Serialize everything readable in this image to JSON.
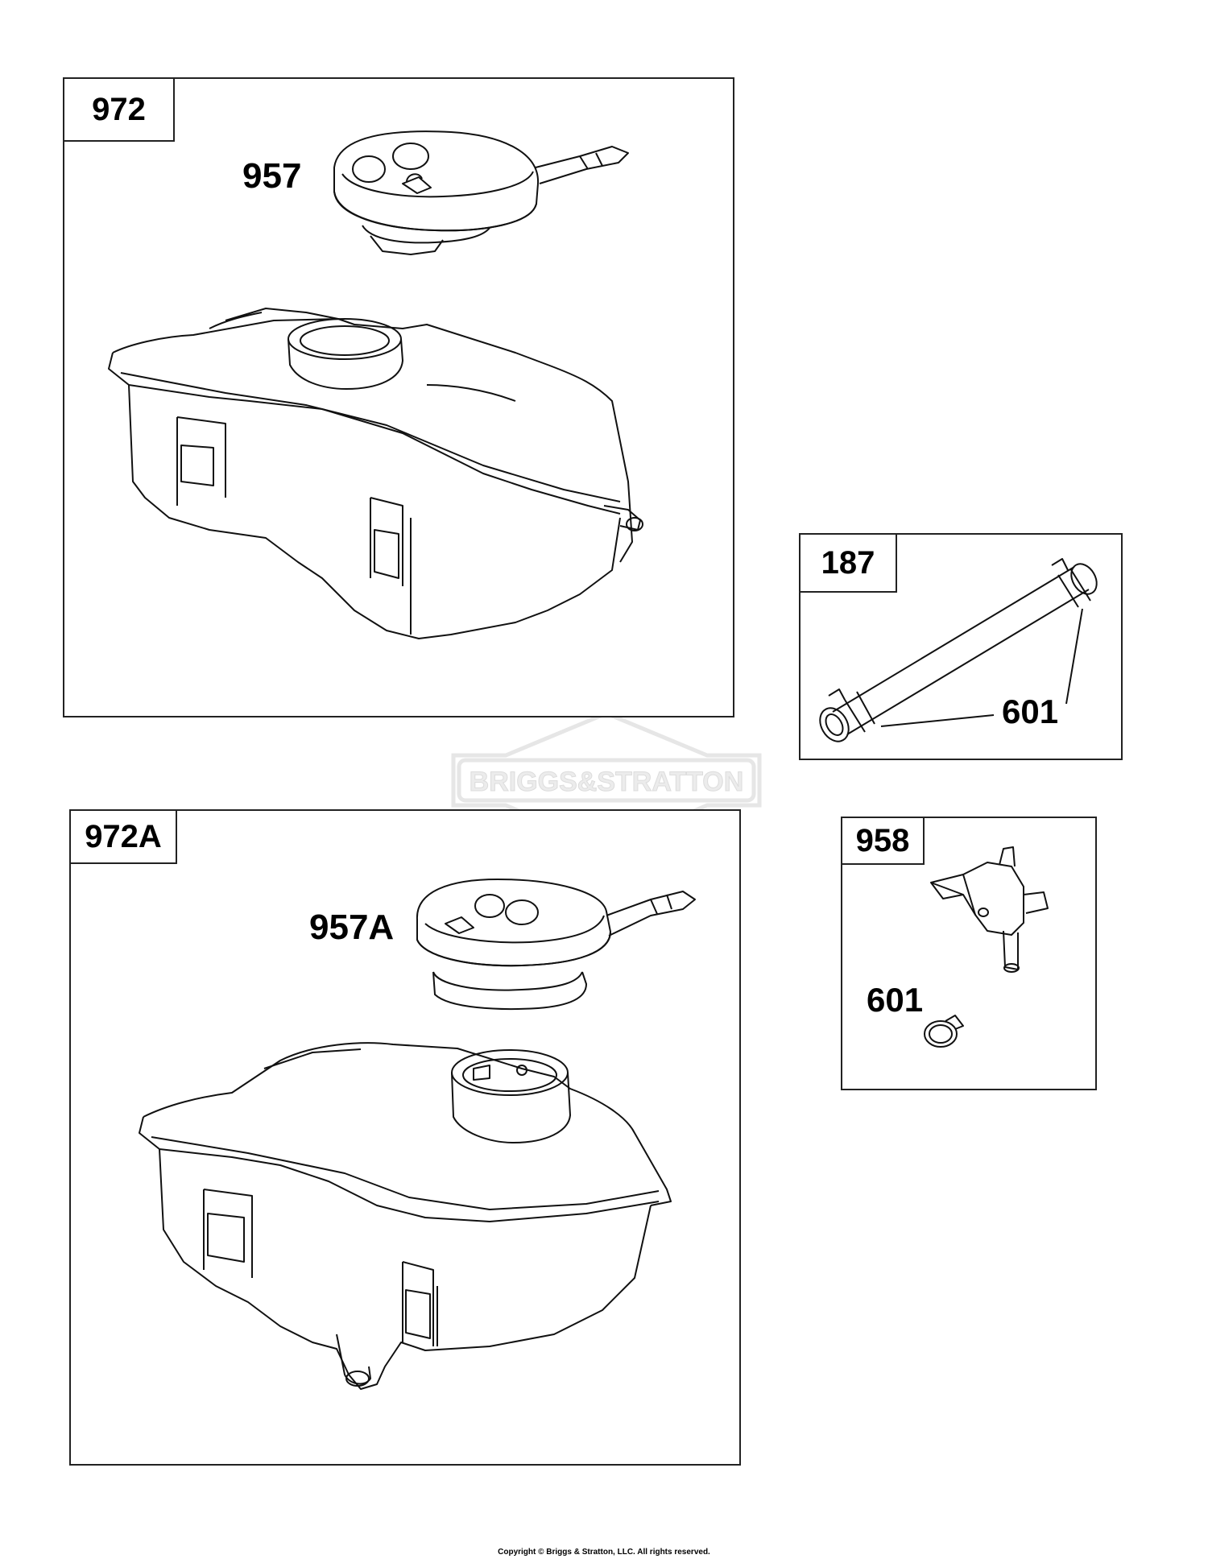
{
  "panels": {
    "p972": {
      "tag": "972",
      "callouts": {
        "cap": "957"
      }
    },
    "p972a": {
      "tag": "972A",
      "callouts": {
        "cap": "957A"
      }
    },
    "p187": {
      "tag": "187",
      "callouts": {
        "clamp": "601"
      }
    },
    "p958": {
      "tag": "958",
      "callouts": {
        "clamp": "601"
      }
    }
  },
  "watermark": {
    "brand": "BRIGGS&STRATTON"
  },
  "footer": {
    "copyright": "Copyright © Briggs & Stratton, LLC. All rights reserved."
  }
}
